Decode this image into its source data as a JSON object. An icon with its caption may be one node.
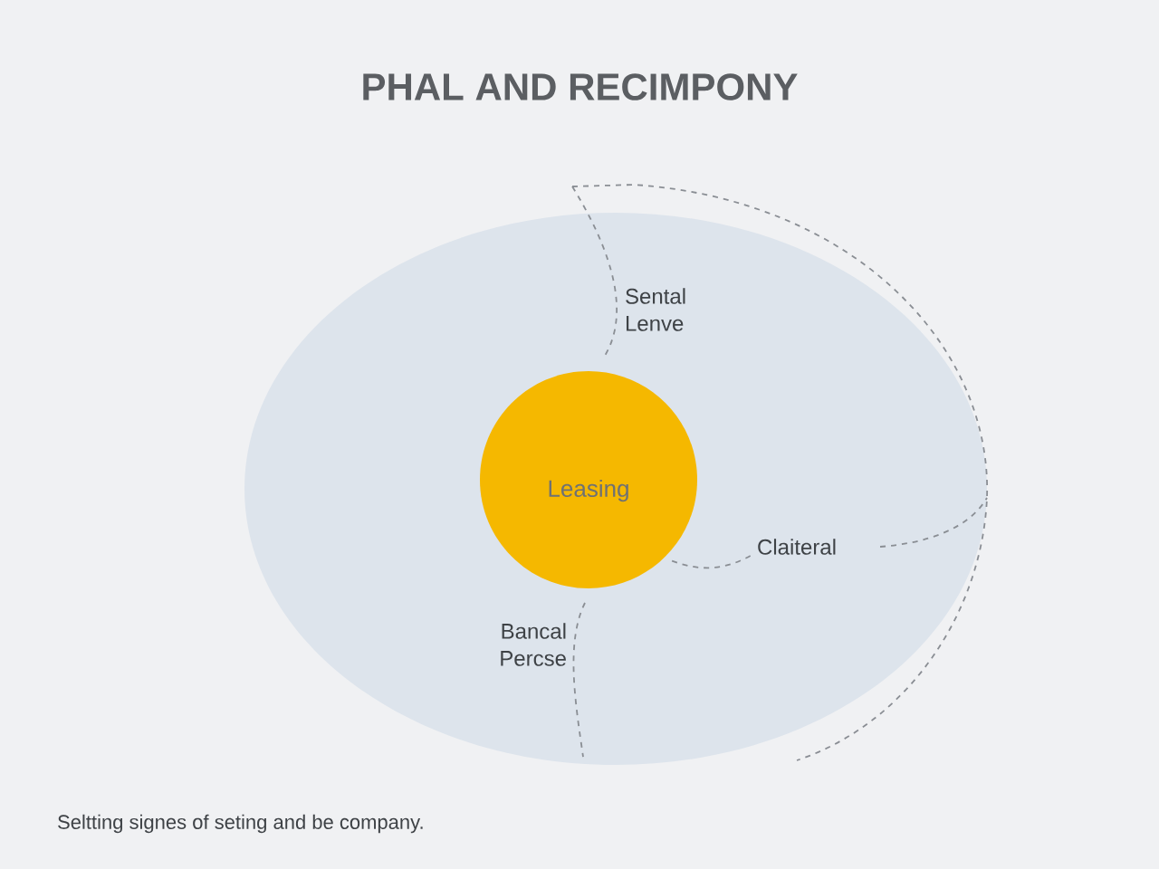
{
  "diagram": {
    "title": "PHAL AND RECIMPONY",
    "caption": "Seltting signes of seting and be company.",
    "nodes": [
      {
        "text": [],
        "shape": "circle"
      },
      {
        "text": [
          "Leasing"
        ],
        "in": 0
      },
      {
        "text": [
          "Claiteral"
        ],
        "in": 0
      }
    ],
    "edges": [
      {
        "from": 1,
        "to": 2,
        "arrow": "none",
        "style": "dashed"
      }
    ],
    "labels": [
      "Sental Lenve",
      "Bancal Percse"
    ]
  }
}
